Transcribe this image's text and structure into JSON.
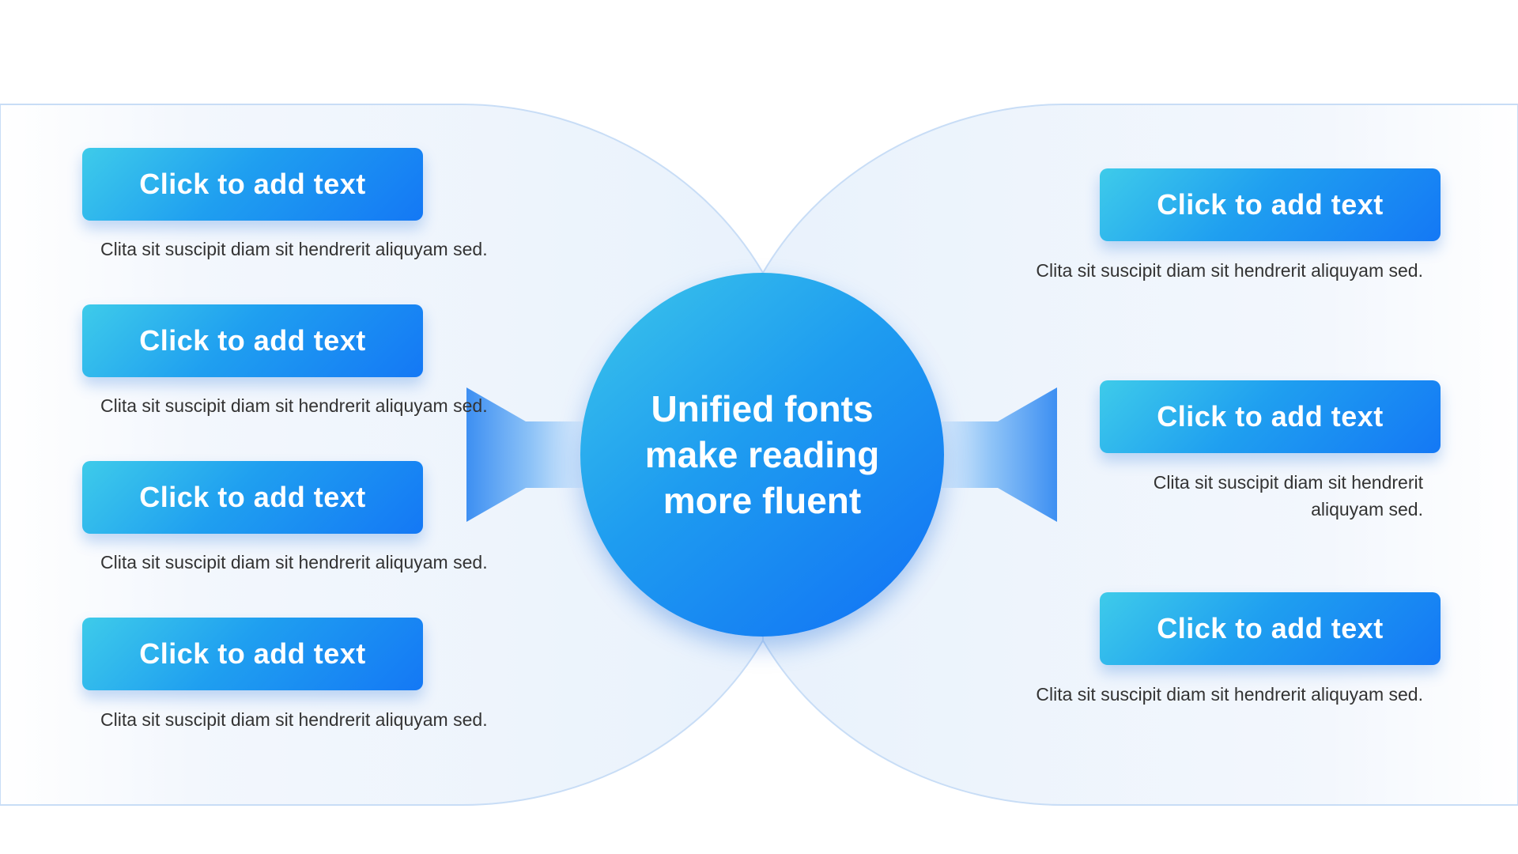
{
  "center": {
    "title": "Unified fonts make reading more fluent"
  },
  "left_items": [
    {
      "button_label": "Click to add text",
      "description": "Clita sit suscipit diam sit hendrerit aliquyam sed."
    },
    {
      "button_label": "Click to add text",
      "description": "Clita sit suscipit diam sit hendrerit aliquyam sed."
    },
    {
      "button_label": "Click to add text",
      "description": "Clita sit suscipit diam sit hendrerit aliquyam sed."
    },
    {
      "button_label": "Click to add text",
      "description": "Clita sit suscipit diam sit hendrerit aliquyam sed."
    }
  ],
  "right_items": [
    {
      "button_label": "Click to add text",
      "description": "Clita sit suscipit diam sit hendrerit aliquyam sed."
    },
    {
      "button_label": "Click to add text",
      "description": "Clita sit suscipit diam sit hendrerit aliquyam sed."
    },
    {
      "button_label": "Click to add text",
      "description": "Clita sit suscipit diam sit hendrerit aliquyam sed."
    }
  ],
  "colors": {
    "accent_light": "#3ecbea",
    "accent_dark": "#1478f5",
    "text": "#333333"
  },
  "icons": {
    "left_arrow": "arrow-left-icon",
    "right_arrow": "arrow-right-icon"
  }
}
